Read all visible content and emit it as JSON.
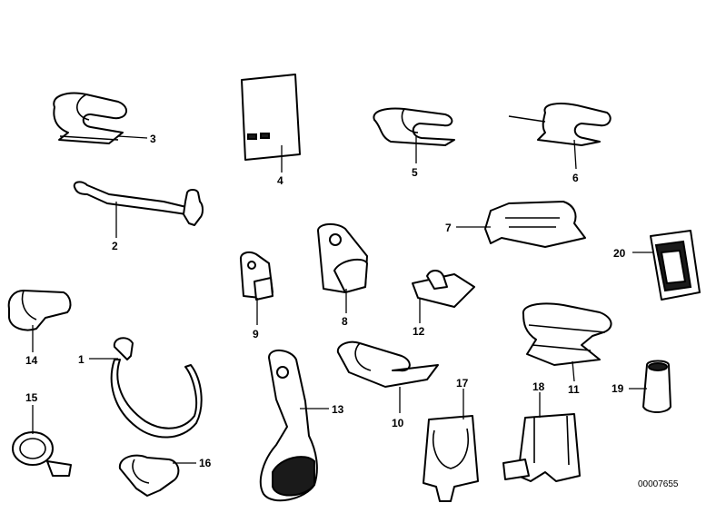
{
  "diagram": {
    "reference_code": "00007655",
    "callouts": [
      "1",
      "2",
      "3",
      "4",
      "5",
      "6",
      "7",
      "8",
      "9",
      "10",
      "11",
      "12",
      "13",
      "14",
      "15",
      "16",
      "17",
      "18",
      "19",
      "20"
    ]
  }
}
